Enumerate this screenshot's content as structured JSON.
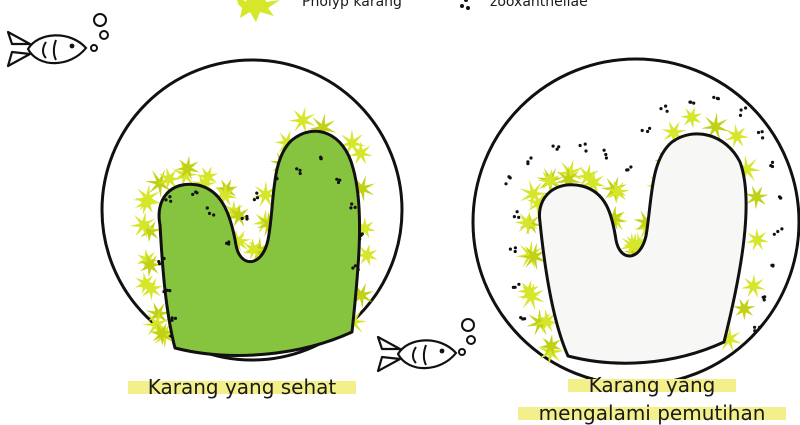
{
  "legend": {
    "polyp_label": "Pholyp karang",
    "zoox_label": "zooxanthellae"
  },
  "panels": [
    {
      "caption_lines": [
        "Karang yang sehat"
      ],
      "state": "healthy"
    },
    {
      "caption_lines": [
        "Karang yang",
        "mengalami pemutihan"
      ],
      "state": "bleached"
    }
  ],
  "colors": {
    "polyp": "#d6e62a",
    "polyp_dark": "#c1d118",
    "coral_healthy": "#86c440",
    "coral_bleached": "#f7f7f5",
    "outline": "#111111",
    "highlight": "#f3f08c",
    "background": "#ffffff"
  }
}
